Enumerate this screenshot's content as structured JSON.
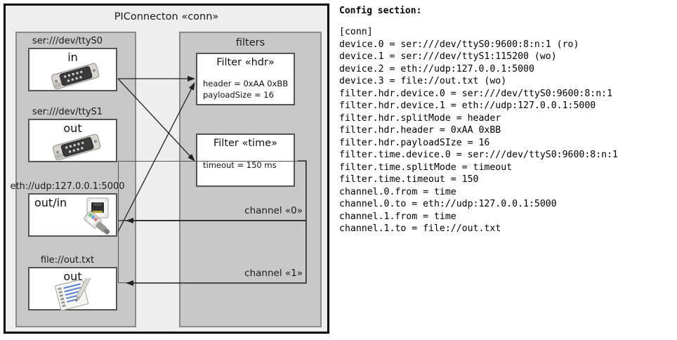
{
  "diagram": {
    "title": "PIConnecton «conn»",
    "devices_panel": {
      "title": "",
      "items": [
        {
          "label": "ser:///dev/ttyS0",
          "io": "in",
          "icon": "serial-port-icon"
        },
        {
          "label": "ser:///dev/ttyS1",
          "io": "out",
          "icon": "serial-port-icon"
        },
        {
          "label": "eth://udp:127.0.0.1:5000",
          "io": "out/in",
          "icon": "ethernet-icon"
        },
        {
          "label": "file://out.txt",
          "io": "out",
          "icon": "text-file-icon"
        }
      ]
    },
    "filters_panel": {
      "title": "filters",
      "filters": [
        {
          "title": "Filter «hdr»",
          "props": [
            "header = 0xAA 0xBB",
            "payloadSize = 16"
          ]
        },
        {
          "title": "Filter «time»",
          "props": [
            "timeout = 150 ms"
          ]
        }
      ],
      "channels": [
        {
          "label": "channel «0»"
        },
        {
          "label": "channel «1»"
        }
      ]
    },
    "colors": {
      "frame": "#000000",
      "backdrop": "#eeeeee",
      "panel": "#c8c8c8",
      "panel_border": "#8a8a8a",
      "card": "#ffffff",
      "card_border": "#555555",
      "arrow": "#222222"
    }
  },
  "config": {
    "heading": "Config section:",
    "lines": [
      "[conn]",
      "device.0 = ser:///dev/ttyS0:9600:8:n:1 (ro)",
      "device.1 = ser:///dev/ttyS1:115200 (wo)",
      "device.2 = eth://udp:127.0.0.1:5000",
      "device.3 = file://out.txt (wo)",
      "filter.hdr.device.0 = ser:///dev/ttyS0:9600:8:n:1",
      "filter.hdr.device.1 = eth://udp:127.0.0.1:5000",
      "filter.hdr.splitMode = header",
      "filter.hdr.header = 0xAA 0xBB",
      "filter.hdr.payloadSIze = 16",
      "filter.time.device.0 = ser:///dev/ttyS0:9600:8:n:1",
      "filter.time.splitMode = timeout",
      "filter.time.timeout = 150",
      "channel.0.from = time",
      "channel.0.to = eth://udp:127.0.0.1:5000",
      "channel.1.from = time",
      "channel.1.to = file://out.txt"
    ]
  }
}
